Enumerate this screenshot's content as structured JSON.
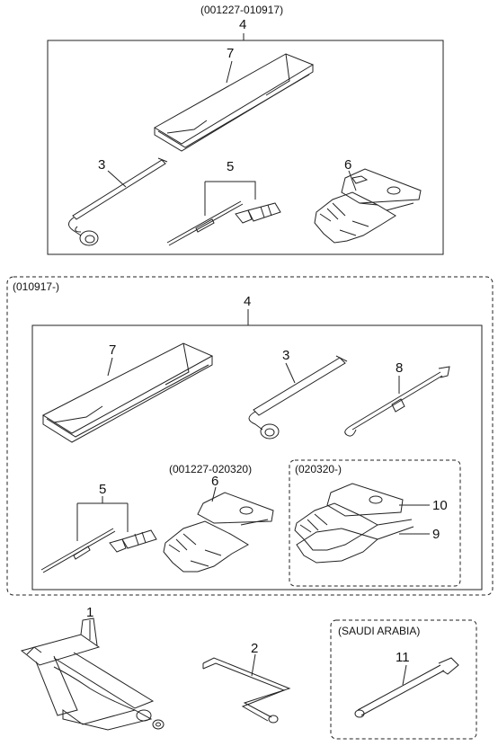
{
  "top_group": {
    "period": "(001227-010917)",
    "ref": "4"
  },
  "mid_group": {
    "period": "(010917-)",
    "ref": "4"
  },
  "sub_gloves_old": {
    "period": "(001227-020320)"
  },
  "sub_gloves_new": {
    "period": "(020320-)"
  },
  "region_box": {
    "label": "(SAUDI ARABIA)"
  },
  "callouts": {
    "top_case": "7",
    "top_wrench": "3",
    "top_screwdriver": "5",
    "top_gloves": "6",
    "mid_case": "7",
    "mid_wrench": "3",
    "mid_hook": "8",
    "mid_screwdriver": "5",
    "mid_gloves_old": "6",
    "mid_gloves_bag": "10",
    "mid_gloves_new": "9",
    "jack": "1",
    "jack_handle": "2",
    "extension_bar": "11"
  },
  "icons": [
    "tool-case-icon",
    "lug-wrench-icon",
    "screwdriver-icon",
    "gloves-icon",
    "tow-hook-icon",
    "scissor-jack-icon",
    "jack-handle-icon",
    "extension-bar-icon"
  ]
}
